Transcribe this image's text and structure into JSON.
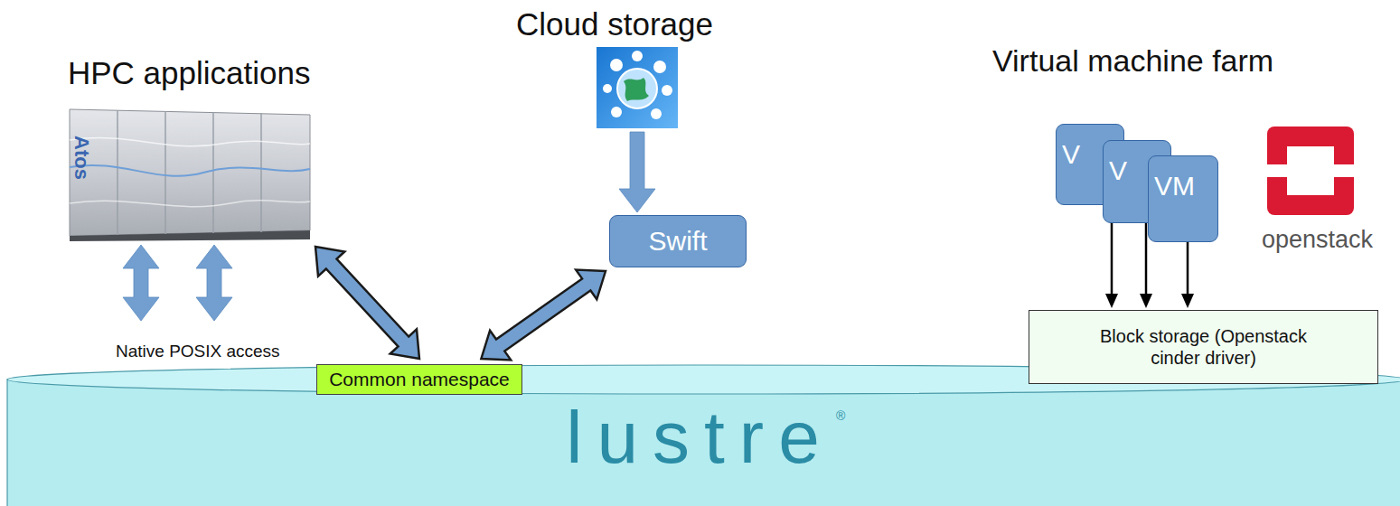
{
  "diagram": {
    "nodes": [
      {
        "text": [
          "HPC applications"
        ]
      },
      {
        "text": [
          "Cloud storage"
        ]
      },
      {
        "text": [
          "Swift"
        ]
      },
      {
        "text": [
          "V"
        ]
      },
      {
        "text": [
          "V"
        ]
      },
      {
        "text": [
          "VM"
        ]
      },
      {
        "text": [
          "Block storage (Openstack cinder driver)"
        ]
      },
      {
        "text": [
          "lustre"
        ]
      },
      {
        "text": [
          "Common namespace"
        ],
        "in": 7
      }
    ],
    "edges": [
      {
        "from": 0,
        "to": 8,
        "arrow": "both"
      },
      {
        "from": 2,
        "to": 8,
        "arrow": "both"
      },
      {
        "from": 1,
        "to": 2,
        "arrow": "to"
      },
      {
        "from": 0,
        "to": 7,
        "arrow": "both"
      },
      {
        "from": 0,
        "to": 7,
        "arrow": "both"
      },
      {
        "from": 3,
        "to": 6,
        "arrow": "to"
      },
      {
        "from": 4,
        "to": 6,
        "arrow": "to"
      },
      {
        "from": 5,
        "to": 6,
        "arrow": "to"
      }
    ],
    "labels": [
      "Virtual machine farm",
      "Atos",
      "openstack",
      "Native POSIX access",
      "®"
    ]
  }
}
